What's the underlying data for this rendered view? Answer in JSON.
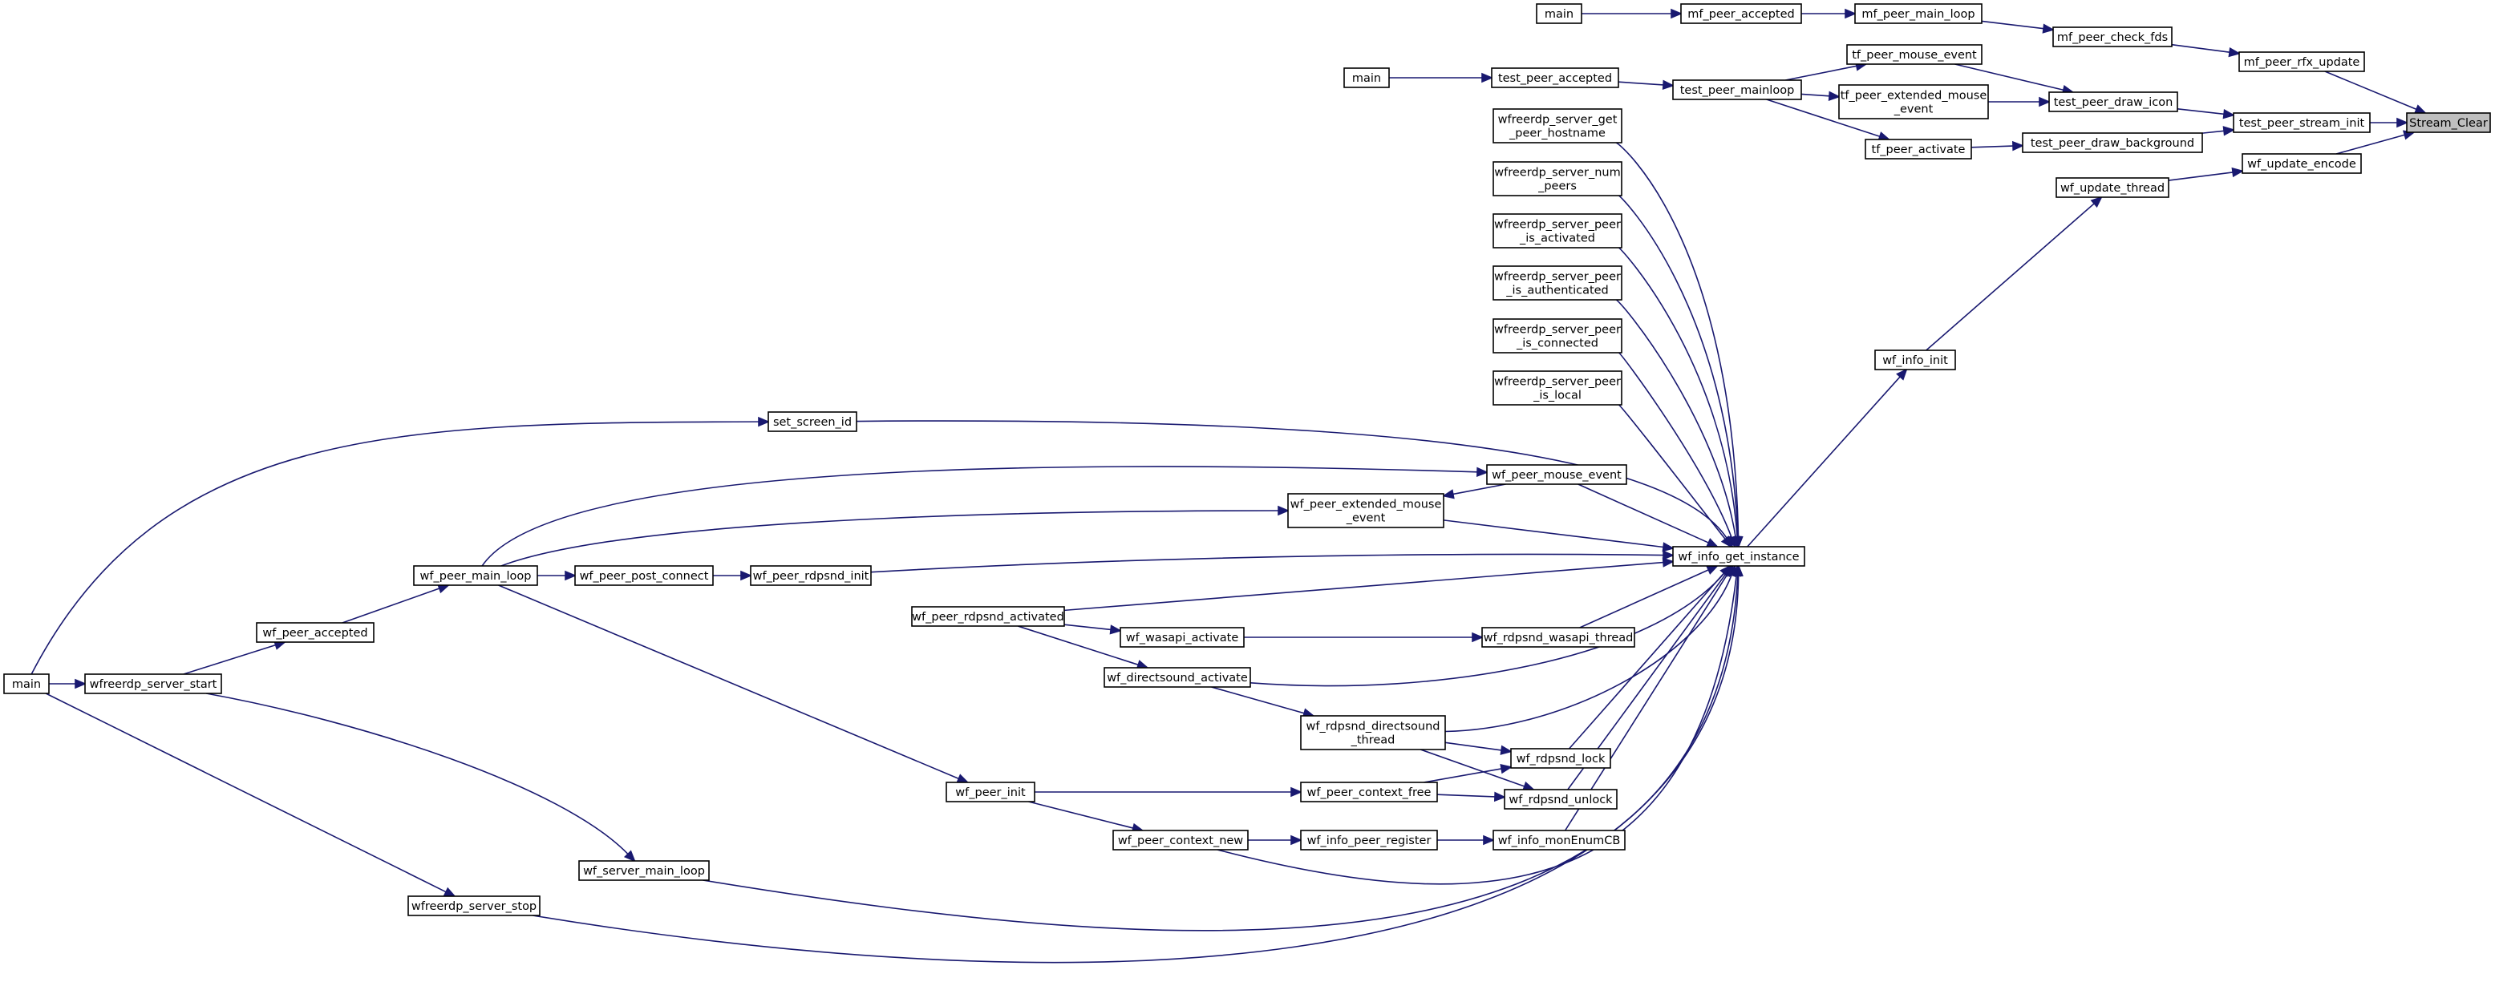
{
  "graph": {
    "nodes": {
      "stream_clear": "Stream_Clear",
      "mf_peer_rfx_update": "mf_peer_rfx_update",
      "test_peer_stream_init": "test_peer_stream_init",
      "wf_update_encode": "wf_update_encode",
      "mf_peer_check_fds": "mf_peer_check_fds",
      "mf_peer_main_loop": "mf_peer_main_loop",
      "mf_peer_accepted": "mf_peer_accepted",
      "main_mf": "main",
      "test_peer_draw_icon": "test_peer_draw_icon",
      "test_peer_draw_background": "test_peer_draw_background",
      "tf_peer_mouse_event": "tf_peer_mouse_event",
      "tf_peer_extended_mouse_event": [
        "tf_peer_extended_mouse",
        "_event"
      ],
      "tf_peer_activate": "tf_peer_activate",
      "test_peer_mainloop": "test_peer_mainloop",
      "test_peer_accepted": "test_peer_accepted",
      "main_test": "main",
      "wf_update_thread": "wf_update_thread",
      "wf_info_init": "wf_info_init",
      "wf_info_get_instance": "wf_info_get_instance",
      "wfreerdp_server_get_peer_hostname": [
        "wfreerdp_server_get",
        "_peer_hostname"
      ],
      "wfreerdp_server_num_peers": [
        "wfreerdp_server_num",
        "_peers"
      ],
      "wfreerdp_server_peer_is_activated": [
        "wfreerdp_server_peer",
        "_is_activated"
      ],
      "wfreerdp_server_peer_is_authenticated": [
        "wfreerdp_server_peer",
        "_is_authenticated"
      ],
      "wfreerdp_server_peer_is_connected": [
        "wfreerdp_server_peer",
        "_is_connected"
      ],
      "wfreerdp_server_peer_is_local": [
        "wfreerdp_server_peer",
        "_is_local"
      ],
      "set_screen_id": "set_screen_id",
      "wf_peer_mouse_event": "wf_peer_mouse_event",
      "wf_peer_extended_mouse_event": [
        "wf_peer_extended_mouse",
        "_event"
      ],
      "wf_peer_main_loop": "wf_peer_main_loop",
      "wf_peer_post_connect": "wf_peer_post_connect",
      "wf_peer_rdpsnd_init": "wf_peer_rdpsnd_init",
      "wf_peer_rdpsnd_activated": "wf_peer_rdpsnd_activated",
      "wf_wasapi_activate": "wf_wasapi_activate",
      "wf_rdpsnd_wasapi_thread": "wf_rdpsnd_wasapi_thread",
      "wf_directsound_activate": "wf_directsound_activate",
      "wf_rdpsnd_directsound_thread": [
        "wf_rdpsnd_directsound",
        "_thread"
      ],
      "wf_rdpsnd_lock": "wf_rdpsnd_lock",
      "wf_rdpsnd_unlock": "wf_rdpsnd_unlock",
      "wf_peer_accepted": "wf_peer_accepted",
      "main_wf": "main",
      "wfreerdp_server_start": "wfreerdp_server_start",
      "wf_peer_init": "wf_peer_init",
      "wf_peer_context_free": "wf_peer_context_free",
      "wf_peer_context_new": "wf_peer_context_new",
      "wf_info_peer_register": "wf_info_peer_register",
      "wf_info_monEnumCB": "wf_info_monEnumCB",
      "wf_server_main_loop": "wf_server_main_loop",
      "wfreerdp_server_stop": "wfreerdp_server_stop"
    }
  }
}
